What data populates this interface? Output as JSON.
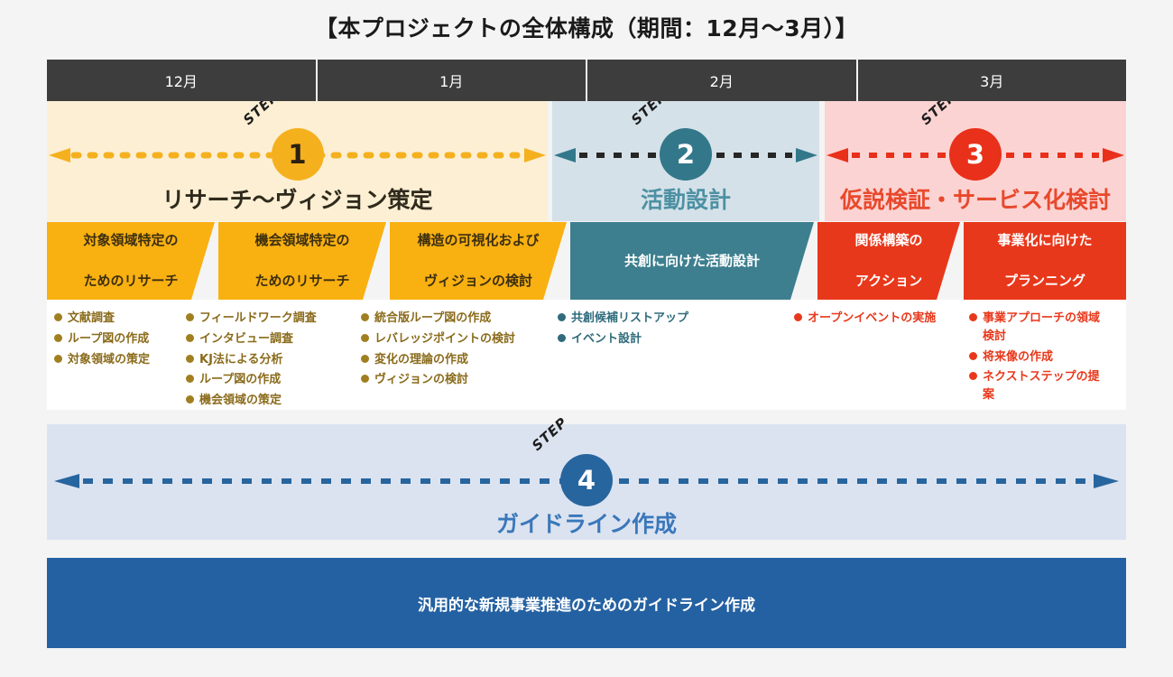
{
  "title": "【本プロジェクトの全体構成（期間：12月〜3月）】",
  "months": [
    "12月",
    "1月",
    "2月",
    "3月"
  ],
  "step_word": "STEP",
  "steps": [
    {
      "number": "1",
      "label": "リサーチ〜ヴィジョン策定"
    },
    {
      "number": "2",
      "label": "活動設計"
    },
    {
      "number": "3",
      "label": "仮説検証・サービス化検討"
    },
    {
      "number": "4",
      "label": "ガイドライン作成"
    }
  ],
  "phases": [
    {
      "title": "対象領域特定の\nためのリサーチ",
      "line1": "対象領域特定の",
      "line2": "ためのリサーチ"
    },
    {
      "title": "機会領域特定の\nためのリサーチ",
      "line1": "機会領域特定の",
      "line2": "ためのリサーチ"
    },
    {
      "title": "構造の可視化および\nヴィジョンの検討",
      "line1": "構造の可視化および",
      "line2": "ヴィジョンの検討"
    },
    {
      "title": "共創に向けた活動設計",
      "line1": "共創に向けた活動設計",
      "line2": ""
    },
    {
      "title": "関係構築の\nアクション",
      "line1": "関係構築の",
      "line2": "アクション"
    },
    {
      "title": "事業化に向けた\nプランニング",
      "line1": "事業化に向けた",
      "line2": "プランニング"
    }
  ],
  "details": [
    {
      "items": [
        "文献調査",
        "ループ図の作成",
        "対象領域の策定"
      ]
    },
    {
      "items": [
        "フィールドワーク調査",
        "インタビュー調査",
        "KJ法による分析",
        "ループ図の作成",
        "機会領域の策定"
      ]
    },
    {
      "items": [
        "統合版ループ図の作成",
        "レバレッジポイントの検討",
        "変化の理論の作成",
        "ヴィジョンの検討"
      ]
    },
    {
      "items": [
        "共創候補リストアップ",
        "イベント設計"
      ]
    },
    {
      "items": [
        "オープンイベントの実施"
      ]
    },
    {
      "items": [
        "事業アプローチの領域検討",
        "将来像の作成",
        "ネクストステップの提案"
      ]
    }
  ],
  "bottom_bar": "汎用的な新規事業推進のためのガイドライン作成",
  "colors": {
    "step1_band": "#fcefd4",
    "step2_band": "#d5e1e9",
    "step3_band": "#fcd3d3",
    "step4_band": "#dbe3f0",
    "gold": "#f5b01e",
    "teal": "#33788a",
    "red": "#e8301a",
    "blue": "#27659f",
    "month_bar": "#3d3d3d",
    "bottom_bar": "#2461a2",
    "page_background": "#f4f4f4"
  }
}
